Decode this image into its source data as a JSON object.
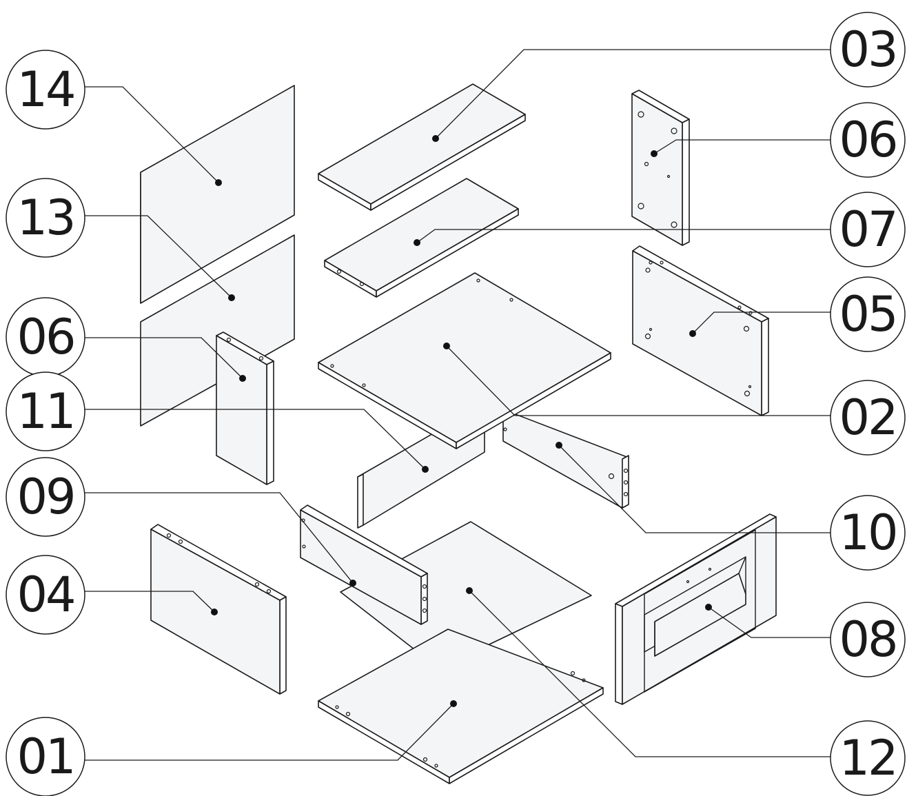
{
  "labels": {
    "l14": "14",
    "l13": "13",
    "l06_left": "06",
    "l11": "11",
    "l09": "09",
    "l04": "04",
    "l01": "01",
    "l03": "03",
    "l06_right": "06",
    "l07": "07",
    "l05": "05",
    "l02": "02",
    "l10": "10",
    "l08": "08",
    "l12": "12"
  },
  "colors": {
    "line": "#1a1a1a",
    "panel_fill": "#f4f5f7",
    "background": "#ffffff"
  }
}
